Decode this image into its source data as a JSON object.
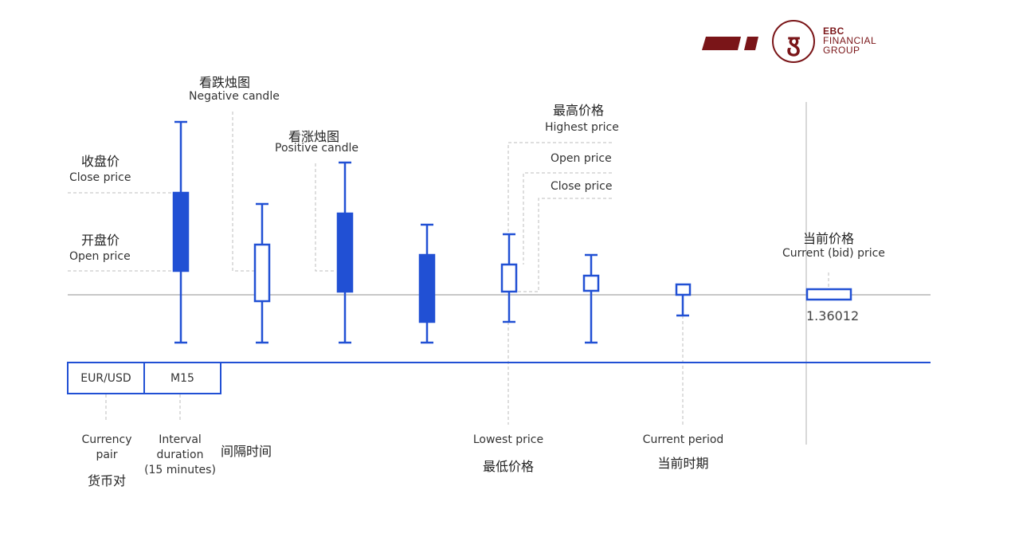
{
  "brand": {
    "name_line1": "EBC",
    "name_line2": "FINANCIAL",
    "name_line3": "GROUP",
    "color": "#7a1518"
  },
  "colors": {
    "candle": "#2150d4",
    "guide": "#bdbdbd",
    "axis": "#c8c8c8"
  },
  "labels": {
    "negative_candle_zh": "看跌烛图",
    "negative_candle_en": "Negative candle",
    "positive_candle_zh": "看涨烛图",
    "positive_candle_en": "Positive candle",
    "close_price_zh": "收盘价",
    "close_price_en": "Close price",
    "open_price_zh": "开盘价",
    "open_price_en": "Open price",
    "highest_price_zh": "最高价格",
    "highest_price_en": "Highest price",
    "open_price_right_en": "Open price",
    "close_price_right_en": "Close price",
    "current_price_zh": "当前价格",
    "current_price_en": "Current (bid) price",
    "current_price_value": "1.36012",
    "pair_box": "EUR/USD",
    "interval_box": "M15",
    "currency_pair_en_1": "Currency",
    "currency_pair_en_2": "pair",
    "currency_pair_zh": "货币对",
    "interval_en_1": "Interval",
    "interval_en_2": "duration",
    "interval_en_3": "(15 minutes)",
    "interval_zh": "间隔时间",
    "lowest_price_en": "Lowest price",
    "lowest_price_zh": "最低价格",
    "current_period_en": "Current period",
    "current_period_zh": "当前时期"
  }
}
